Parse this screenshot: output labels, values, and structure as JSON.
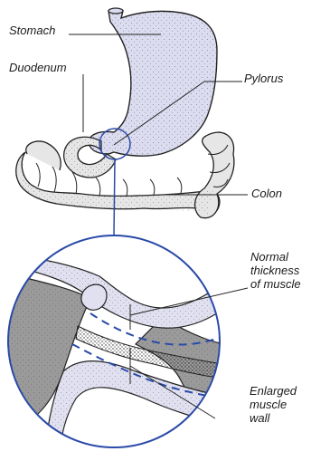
{
  "labels": {
    "stomach": "Stomach",
    "duodenum": "Duodenum",
    "pylorus": "Pylorus",
    "colon": "Colon",
    "normal_muscle": "Normal\nthickness\nof muscle",
    "enlarged_muscle": "Enlarged\nmuscle\nwall"
  },
  "colors": {
    "stomach_fill": "#dcdcf0",
    "colon_fill": "#e6e6e6",
    "outline": "#222222",
    "circle_ring": "#2a4aa8",
    "dashed_line": "#2a4aa8",
    "muscle_gray": "#9a9a9a",
    "muscle_lining": "#e0e0f0"
  }
}
